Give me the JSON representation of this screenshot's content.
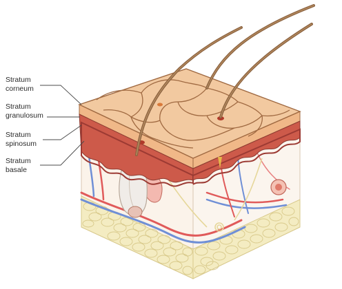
{
  "labels": [
    {
      "line1": "Stratum",
      "line2": "corneum"
    },
    {
      "line1": "Stratum",
      "line2": "granulosum"
    },
    {
      "line1": "Stratum",
      "line2": "spinosum"
    },
    {
      "line1": "Stratum",
      "line2": "basale"
    }
  ],
  "colors": {
    "corneum_top": "#f2c9a0",
    "corneum_cell_line": "#a06a42",
    "granulosum": "#e9a078",
    "spinosum": "#cd5a4a",
    "basale": "#9c3a33",
    "dermis": "#fbf3ea",
    "fat": "#f4ecc2",
    "artery": "#e05a5a",
    "vein": "#6f8fd6",
    "hair": "#8a6240",
    "leader_line": "#4a4a4a"
  }
}
